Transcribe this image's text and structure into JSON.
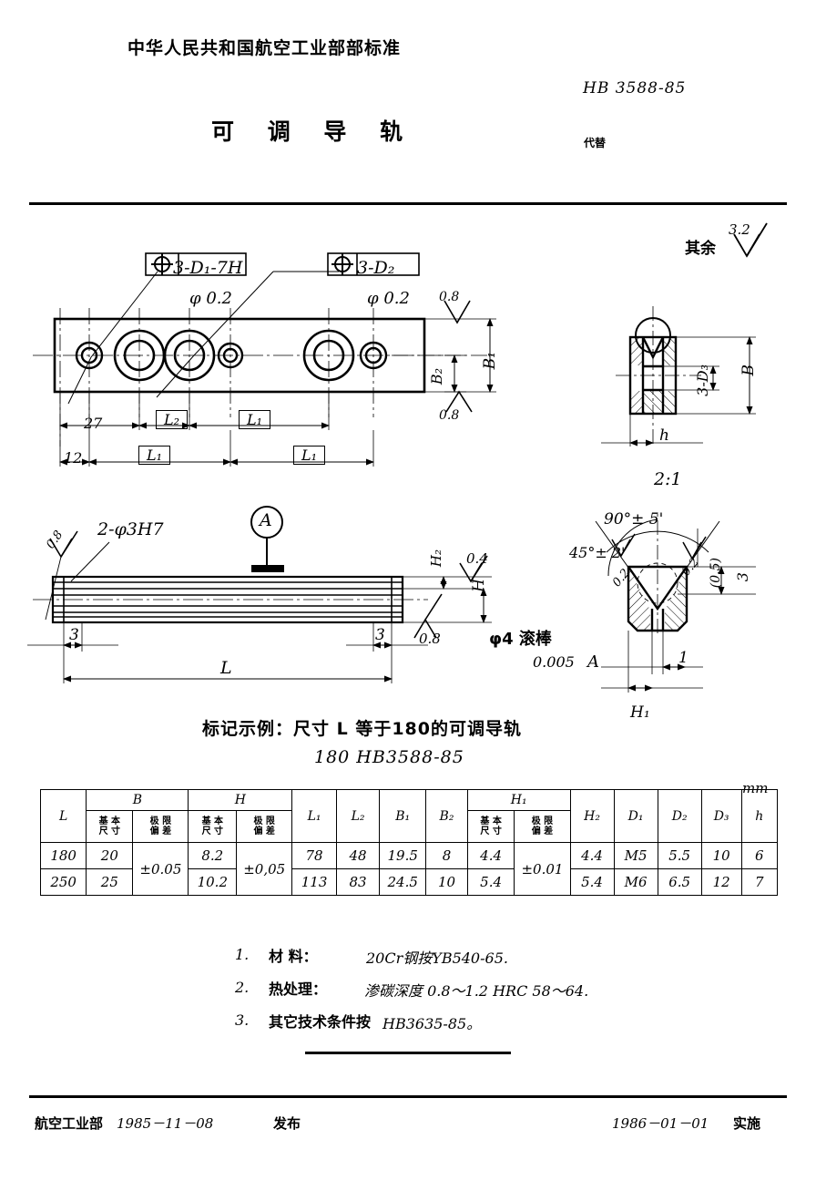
{
  "header": {
    "ministry_title": "中华人民共和国航空工业部部标准",
    "standard_no": "HB 3588-85",
    "part_title": "可 调 导 轨",
    "supersedes_label": "代替"
  },
  "drawing": {
    "general_roughness_label": "其余",
    "general_roughness_value": "3.2",
    "plan_view": {
      "callout_d1": "3-D₁-7H",
      "callout_d2": "3-D₂",
      "pos_tol_symbol": "⊕",
      "pos_tol_value_1": "φ 0.2",
      "pos_tol_value_2": "φ 0.2",
      "dim_27": "27",
      "dim_12": "12",
      "dim_L2": "L₂",
      "dim_L1_a": "L₁",
      "dim_L1_b": "L₁",
      "dim_L1_c": "L₁",
      "dim_B1": "B₁",
      "dim_B2": "B₂",
      "rough_top": "0.8",
      "rough_bottom": "0.8"
    },
    "detail_2to1": {
      "scale_label": "2:1",
      "dim_B": "B",
      "dim_h": "h",
      "callout_d3": "3-D₃"
    },
    "side_view": {
      "callout_holes": "2-φ3H7",
      "datum_letter": "A",
      "rough_left": "0.8",
      "rough_right_top": "0.4",
      "rough_right_bottom": "0.8",
      "dim_3_left": "3",
      "dim_3_right": "3",
      "dim_L": "L",
      "dim_H": "H",
      "dim_H2": "H₂"
    },
    "vgroove_detail": {
      "angle_total": "90°± 5'",
      "angle_half": "45°± 2'",
      "rough_left": "0.2",
      "rough_right": "0.2",
      "dim_05": "(0.5)",
      "dim_3": "3",
      "dim_1": "1",
      "dim_H1": "H₁",
      "roller_note": "φ4 滚棒",
      "parallel_symbol": "//",
      "parallel_value": "0.005",
      "parallel_datum": "A"
    }
  },
  "marking_example": {
    "line1": "标记示例：尺寸 L 等于180的可调导轨",
    "line2": "180   HB3588-85"
  },
  "table": {
    "unit": "mm",
    "group_headers": [
      {
        "label": "B",
        "span": 2
      },
      {
        "label": "H",
        "span": 2
      },
      {
        "label": "H₁",
        "span": 2
      }
    ],
    "columns": [
      "L",
      "B 基本尺寸",
      "B 极限偏差",
      "H 基本尺寸",
      "H 极限偏差",
      "L₁",
      "L₂",
      "B₁",
      "B₂",
      "H₁ 基本尺寸",
      "H₁ 极限偏差",
      "H₂",
      "D₁",
      "D₂",
      "D₃",
      "h"
    ],
    "sub_basic": "基 本\n尺 寸",
    "sub_dev": "极 限\n偏 差",
    "sub_basic_line1": "基 本",
    "sub_basic_line2": "尺 寸",
    "sub_dev_line1": "极 限",
    "sub_dev_line2": "偏 差",
    "simple_headers": {
      "L": "L",
      "L1": "L₁",
      "L2": "L₂",
      "B1": "B₁",
      "B2": "B₂",
      "H2": "H₂",
      "D1": "D₁",
      "D2": "D₂",
      "D3": "D₃",
      "h": "h"
    },
    "rows": [
      {
        "L": "180",
        "B_basic": "20",
        "B_dev": "±0.05",
        "H_basic": "8.2",
        "H_dev": "±0,05",
        "L1": "78",
        "L2": "48",
        "B1": "19.5",
        "B2": "8",
        "H1_basic": "4.4",
        "H1_dev": "±0.01",
        "H2": "4.4",
        "D1": "M5",
        "D2": "5.5",
        "D3": "10",
        "h": "6"
      },
      {
        "L": "250",
        "B_basic": "25",
        "B_dev": "",
        "H_basic": "10.2",
        "H_dev": "",
        "L1": "113",
        "L2": "83",
        "B1": "24.5",
        "B2": "10",
        "H1_basic": "5.4",
        "H1_dev": "",
        "H2": "5.4",
        "D1": "M6",
        "D2": "6.5",
        "D3": "12",
        "h": "7"
      }
    ]
  },
  "notes": [
    {
      "num": "1.",
      "label": "材 料：",
      "value": "20Cr钢按YB540-65."
    },
    {
      "num": "2.",
      "label": "热处理：",
      "value": "渗碳深度 0.8～1.2 HRC 58～64."
    },
    {
      "num": "3.",
      "label": "其它技术条件按",
      "value": "HB3635-85。"
    }
  ],
  "footer": {
    "issuer": "航空工业部",
    "issue_date": "1985－11－08",
    "issue_word": "发布",
    "effective_date": "1986－01－01",
    "effective_word": "实施"
  },
  "colors": {
    "ink": "#000000",
    "paper": "#ffffff"
  }
}
